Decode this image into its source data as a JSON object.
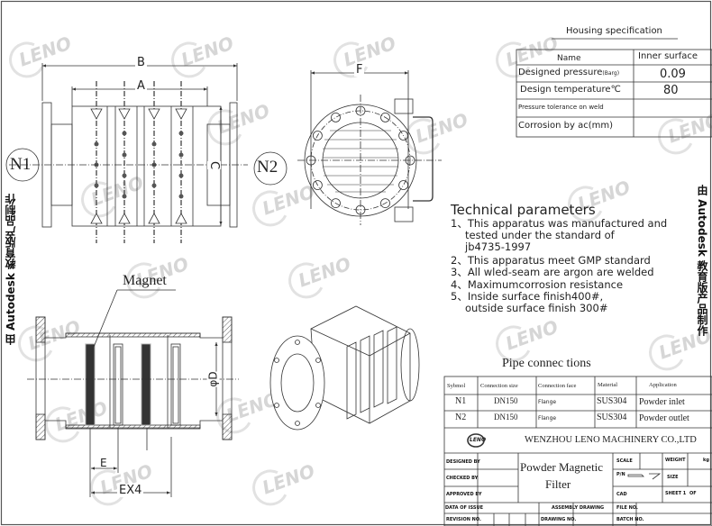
{
  "watermark": "LENO",
  "side_note": "由 Autodesk 教育版产品制作",
  "front_view": {
    "dim_b": "B",
    "dim_a": "A",
    "dim_c": "C",
    "inlet_label": "N1"
  },
  "side_view": {
    "dim_f": "F",
    "outlet_label": "N2"
  },
  "section_view": {
    "magnet_label": "Magnet",
    "dim_d": "φD",
    "dim_e": "E",
    "dim_ex4": "EX4"
  },
  "housing_spec": {
    "title": "Housing specification",
    "headers": [
      "Name",
      "Inner surface"
    ],
    "rows": [
      {
        "name": "Designed pressure",
        "unit": "(Barg)",
        "value": "0.09"
      },
      {
        "name": "Design temperature",
        "unit": "℃",
        "value": "80"
      },
      {
        "name": "Pressure tolerance on weld",
        "unit": "",
        "value": ""
      },
      {
        "name": "Corrosion by ac(mm)",
        "unit": "",
        "value": ""
      }
    ]
  },
  "technical_parameters": {
    "title": "Technical parameters",
    "lines": [
      "1、This apparatus was manufactured and",
      "tested under the standard of",
      "jb4735-1997",
      "2、This apparatus meet GMP standard",
      "3、All wled-seam are argon are welded",
      "4、Maximumcorrosion resistance",
      "5、Inside surface finish400#,",
      "outside surface finish 300#"
    ]
  },
  "pipe_connections": {
    "title": "Pipe connec tions",
    "headers": [
      "Sybmol",
      "Connection size",
      "Connection face",
      "Material",
      "Application"
    ],
    "rows": [
      [
        "N1",
        "DN150",
        "Flange",
        "SUS304",
        "Powder inlet"
      ],
      [
        "N2",
        "DN150",
        "Flange",
        "SUS304",
        "Powder outlet"
      ]
    ]
  },
  "title_block": {
    "logo": "LENO",
    "company": "WENZHOU LENO MACHINERY CO.,LTD",
    "product": [
      "Powder Magnetic",
      "Filter"
    ],
    "designed_by": "DESIGNED BY",
    "checked_by": "CHECKED BY",
    "approved_by": "APPROVED BY",
    "date_of_issue": "DATA OF ISSUE",
    "revision_no": "REVISION NO.",
    "assembly_drawing": "ASSEMBLY DRAWING",
    "drawing_no": "DRAWING NO.",
    "scale": "SCALE",
    "pn": "P/N",
    "cad": "CAD",
    "file_no": "FILE NO.",
    "batch_no": "BATCH NO.",
    "weight": "WEIGHT",
    "weight_unit": "kg",
    "size": "SIZE",
    "sheet": "SHEET 1",
    "of": "OF"
  }
}
